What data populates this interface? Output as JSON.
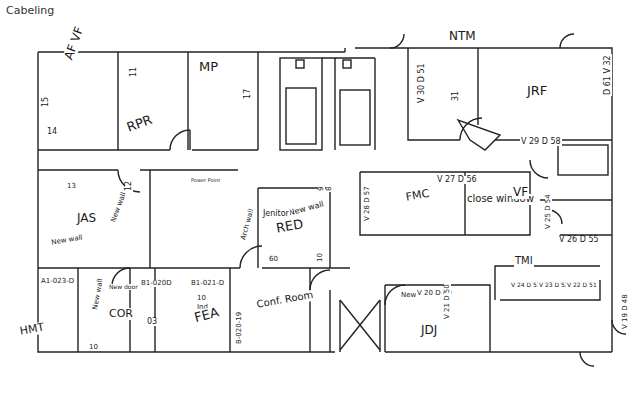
{
  "diagram": {
    "title": "Cabeling",
    "labels": [
      "AF VF",
      "15",
      "14",
      "11",
      "RPR",
      "MP",
      "17",
      "Power Point",
      "NTM",
      "V 30 D 51",
      "31",
      "JRF",
      "D 61 V 32",
      "V 29 D 58",
      "13",
      "12",
      "New wall",
      "JAS",
      "New wall",
      "9",
      "8",
      "New wall",
      "Jenitor",
      "RED",
      "Arch wall",
      "60",
      "10",
      "V 28 D 57",
      "V 27 D 56",
      "FMC",
      "close window",
      "VF",
      "V 25 D 54",
      "V 26 D 55",
      "TMI",
      "V 24 D 53",
      "V 23 D 52",
      "V 22 D 51",
      "V 19 D 48",
      "A1-023-D",
      "B1-020D",
      "B1-021-D",
      "New wall",
      "New door",
      "10",
      "Ind",
      "FEA",
      "HMT",
      "COR",
      "10",
      "03",
      "B-020-19",
      "Conf. Room",
      "New door",
      "V 20 D 49",
      "V 21 D 50",
      "JDJ"
    ]
  }
}
